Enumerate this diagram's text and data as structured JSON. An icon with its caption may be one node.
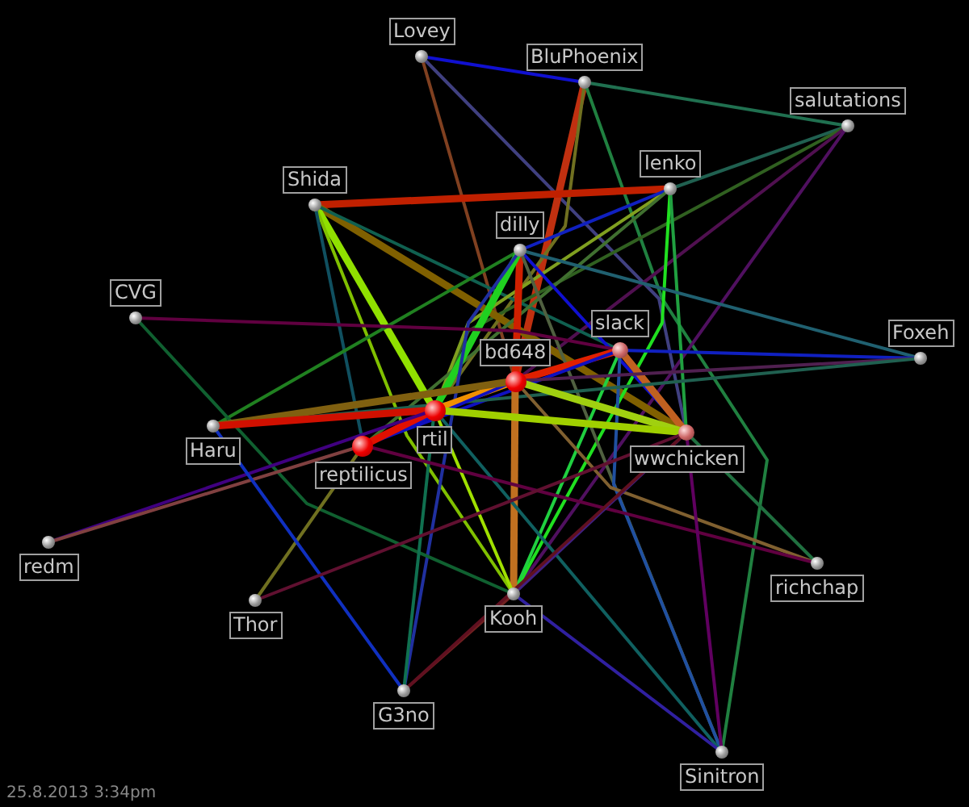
{
  "diagram": {
    "nodes": [
      {
        "text": [
          "Lovey"
        ]
      },
      {
        "text": [
          "BluPhoenix"
        ]
      },
      {
        "text": [
          "salutations"
        ]
      },
      {
        "text": [
          "Shida"
        ]
      },
      {
        "text": [
          "lenko"
        ]
      },
      {
        "text": [
          "dilly"
        ]
      },
      {
        "text": [
          "CVG"
        ]
      },
      {
        "text": [
          "slack"
        ]
      },
      {
        "text": [
          "Foxeh"
        ]
      },
      {
        "text": [
          "bd648"
        ]
      },
      {
        "text": [
          "Haru"
        ]
      },
      {
        "text": [
          "rtil"
        ]
      },
      {
        "text": [
          "reptilicus"
        ]
      },
      {
        "text": [
          "wwchicken"
        ]
      },
      {
        "text": [
          "redm"
        ]
      },
      {
        "text": [
          "richchap"
        ]
      },
      {
        "text": [
          "Thor"
        ]
      },
      {
        "text": [
          "Kooh"
        ]
      },
      {
        "text": [
          "G3no"
        ]
      },
      {
        "text": [
          "Sinitron"
        ]
      }
    ],
    "edges": [
      {
        "from": 0,
        "to": 1,
        "arrow": "none",
        "color": "#1010d0"
      },
      {
        "from": 0,
        "to": 9,
        "arrow": "none",
        "color": "#804020"
      },
      {
        "from": 0,
        "to": 13,
        "arrow": "none",
        "color": "#404080"
      },
      {
        "from": 1,
        "to": 2,
        "arrow": "none",
        "color": "#207050"
      },
      {
        "from": 1,
        "to": 9,
        "arrow": "none",
        "style": "thick",
        "color": "#c03010"
      },
      {
        "from": 1,
        "to": 11,
        "arrow": "none",
        "color": "#707020"
      },
      {
        "from": 1,
        "to": 19,
        "arrow": "none",
        "color": "#208040"
      },
      {
        "from": 2,
        "to": 4,
        "arrow": "none",
        "color": "#206050"
      },
      {
        "from": 2,
        "to": 11,
        "arrow": "none",
        "color": "#306020"
      },
      {
        "from": 2,
        "to": 9,
        "arrow": "none",
        "color": "#501050"
      },
      {
        "from": 2,
        "to": 17,
        "arrow": "none",
        "color": "#501060"
      },
      {
        "from": 3,
        "to": 4,
        "arrow": "none",
        "style": "thick",
        "color": "#c02000"
      },
      {
        "from": 3,
        "to": 13,
        "arrow": "none",
        "style": "thick",
        "color": "#806000"
      },
      {
        "from": 3,
        "to": 11,
        "arrow": "none",
        "style": "thick",
        "color": "#90e000"
      },
      {
        "from": 3,
        "to": 17,
        "arrow": "none",
        "color": "#80c000"
      },
      {
        "from": 3,
        "to": 7,
        "arrow": "none",
        "color": "#106050"
      },
      {
        "from": 3,
        "to": 12,
        "arrow": "none",
        "color": "#105060"
      },
      {
        "from": 4,
        "to": 11,
        "arrow": "none",
        "color": "#80a020"
      },
      {
        "from": 4,
        "to": 17,
        "arrow": "none",
        "color": "#20e020"
      },
      {
        "from": 4,
        "to": 13,
        "arrow": "none",
        "color": "#20a040"
      },
      {
        "from": 4,
        "to": 5,
        "arrow": "none",
        "color": "#1020c0"
      },
      {
        "from": 4,
        "to": 12,
        "arrow": "none",
        "color": "#407030"
      },
      {
        "from": 5,
        "to": 9,
        "arrow": "none",
        "style": "thick",
        "color": "#d02000"
      },
      {
        "from": 5,
        "to": 8,
        "arrow": "none",
        "color": "#206070"
      },
      {
        "from": 5,
        "to": 10,
        "arrow": "none",
        "color": "#208020"
      },
      {
        "from": 5,
        "to": 13,
        "arrow": "none",
        "color": "#1010d0"
      },
      {
        "from": 5,
        "to": 11,
        "arrow": "none",
        "style": "thick",
        "color": "#20d020"
      },
      {
        "from": 5,
        "to": 18,
        "arrow": "none",
        "color": "#2030a0"
      },
      {
        "from": 5,
        "to": 19,
        "arrow": "none",
        "color": "#506040"
      },
      {
        "from": 6,
        "to": 7,
        "arrow": "none",
        "color": "#600040"
      },
      {
        "from": 6,
        "to": 17,
        "arrow": "none",
        "color": "#106030"
      },
      {
        "from": 7,
        "to": 9,
        "arrow": "none",
        "style": "thick",
        "color": "#e02000"
      },
      {
        "from": 7,
        "to": 8,
        "arrow": "none",
        "color": "#1020c0"
      },
      {
        "from": 7,
        "to": 13,
        "arrow": "none",
        "style": "thick",
        "color": "#c06020"
      },
      {
        "from": 7,
        "to": 17,
        "arrow": "none",
        "color": "#20d040"
      },
      {
        "from": 7,
        "to": 12,
        "arrow": "none",
        "color": "#1010c0"
      },
      {
        "from": 7,
        "to": 19,
        "arrow": "none",
        "color": "#2050a0"
      },
      {
        "from": 8,
        "to": 9,
        "arrow": "none",
        "color": "#502050"
      },
      {
        "from": 8,
        "to": 10,
        "arrow": "none",
        "color": "#206050"
      },
      {
        "from": 9,
        "to": 11,
        "arrow": "none",
        "style": "thick",
        "color": "#f09000"
      },
      {
        "from": 9,
        "to": 13,
        "arrow": "none",
        "style": "thick",
        "color": "#a0d010"
      },
      {
        "from": 9,
        "to": 17,
        "arrow": "none",
        "style": "thick",
        "color": "#c07020"
      },
      {
        "from": 9,
        "to": 12,
        "arrow": "none",
        "color": "#1010c0"
      },
      {
        "from": 9,
        "to": 10,
        "arrow": "none",
        "style": "thick",
        "color": "#806010"
      },
      {
        "from": 9,
        "to": 15,
        "arrow": "none",
        "color": "#806030"
      },
      {
        "from": 11,
        "to": 12,
        "arrow": "none",
        "style": "thick",
        "color": "#e01000"
      },
      {
        "from": 10,
        "to": 11,
        "arrow": "none",
        "style": "thick",
        "color": "#d01000"
      },
      {
        "from": 11,
        "to": 13,
        "arrow": "none",
        "style": "thick",
        "color": "#a0d000"
      },
      {
        "from": 11,
        "to": 17,
        "arrow": "none",
        "color": "#a0e000"
      },
      {
        "from": 11,
        "to": 18,
        "arrow": "none",
        "color": "#107050"
      },
      {
        "from": 11,
        "to": 14,
        "arrow": "none",
        "color": "#400080"
      },
      {
        "from": 11,
        "to": 19,
        "arrow": "none",
        "color": "#106060"
      },
      {
        "from": 12,
        "to": 14,
        "arrow": "none",
        "color": "#804040"
      },
      {
        "from": 12,
        "to": 16,
        "arrow": "none",
        "color": "#707020"
      },
      {
        "from": 12,
        "to": 15,
        "arrow": "none",
        "color": "#600040"
      },
      {
        "from": 10,
        "to": 18,
        "arrow": "none",
        "color": "#1030c0"
      },
      {
        "from": 16,
        "to": 13,
        "arrow": "none",
        "color": "#601030"
      },
      {
        "from": 13,
        "to": 15,
        "arrow": "none",
        "color": "#207040"
      },
      {
        "from": 13,
        "to": 17,
        "arrow": "none",
        "color": "#402080"
      },
      {
        "from": 13,
        "to": 19,
        "arrow": "none",
        "color": "#600060"
      },
      {
        "from": 17,
        "to": 19,
        "arrow": "none",
        "color": "#3020a0"
      },
      {
        "from": 17,
        "to": 18,
        "arrow": "none",
        "color": "#702020"
      },
      {
        "from": 18,
        "to": 13,
        "arrow": "none",
        "color": "#601020"
      }
    ],
    "labels": [
      "25.8.2013 3:34pm"
    ]
  }
}
